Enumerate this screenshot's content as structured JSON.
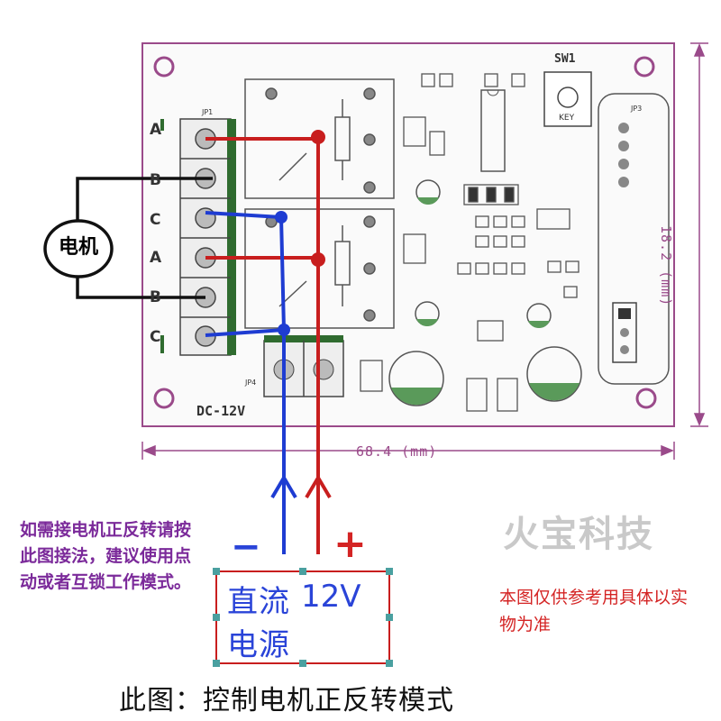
{
  "board": {
    "model_label": "DC-12V",
    "switch_label": "SW1",
    "key_label": "KEY",
    "jp1_label": "JP1",
    "jp3_label": "JP3",
    "jp4_label": "JP4",
    "terminal_letters": [
      "A",
      "B",
      "C",
      "A",
      "B",
      "C"
    ],
    "width_dim": "68.4 (mm)",
    "height_dim": "18.2 (mm)"
  },
  "motor": {
    "label": "电机"
  },
  "power": {
    "minus_sign": "−",
    "plus_sign": "+",
    "line1": "直流",
    "voltage": "12V",
    "line2": "电源"
  },
  "notes": {
    "instruction": "如需接电机正反转请按此图接法，建议使用点动或者互锁工作模式。",
    "disclaimer": "本图仅供参考用具体以实物为准",
    "brand_watermark": "火宝科技",
    "caption": "此图：控制电机正反转模式"
  },
  "colors": {
    "positive_wire": "#c81e1e",
    "negative_wire": "#1e3cd2",
    "instruction_text": "#7b2a9a",
    "disclaimer_text": "#d42424",
    "board_outline": "#9a4a8a"
  }
}
